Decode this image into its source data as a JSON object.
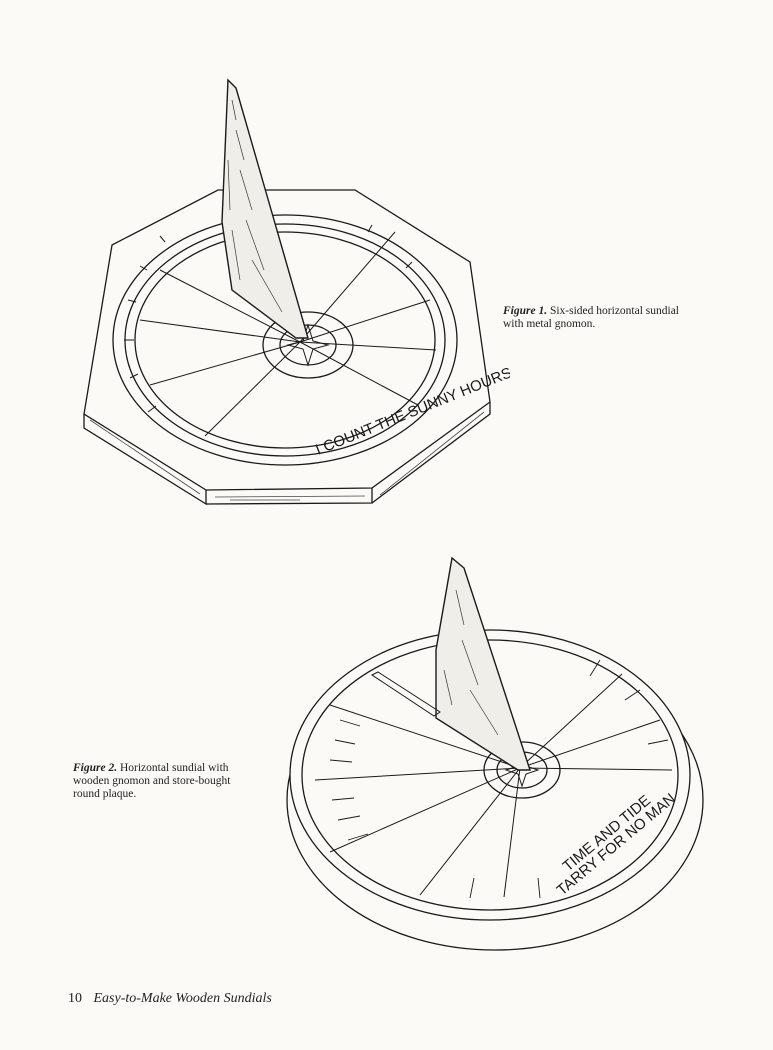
{
  "figure1": {
    "label": "Figure 1.",
    "caption_line1": "Six-sided horizontal sundial",
    "caption_line2": "with metal gnomon.",
    "motto": "I COUNT THE SUNNY HOURS"
  },
  "figure2": {
    "label": "Figure 2.",
    "caption_line1": "Horizontal sundial with",
    "caption_line2": "wooden gnomon and store-bought",
    "caption_line3": "round plaque.",
    "motto_line1": "TIME AND TIDE",
    "motto_line2": "TARRY FOR NO MAN"
  },
  "footer": {
    "page_number": "10",
    "book_title": "Easy-to-Make Wooden Sundials"
  }
}
